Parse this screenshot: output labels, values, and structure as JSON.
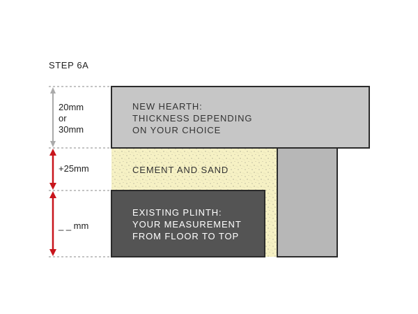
{
  "step_title": "STEP 6A",
  "dimensions": {
    "hearth": [
      "20mm",
      "or",
      "30mm"
    ],
    "cement": "+25mm",
    "plinth": "_ _ mm"
  },
  "blocks": {
    "hearth": [
      "NEW HEARTH:",
      "THICKNESS DEPENDING",
      "ON YOUR CHOICE"
    ],
    "cement": "CEMENT AND SAND",
    "plinth": [
      "EXISTING PLINTH:",
      "YOUR MEASUREMENT",
      "FROM FLOOR TO TOP"
    ]
  },
  "colors": {
    "hearth_fill": "#c6c6c6",
    "cement_fill": "#f6f1c4",
    "wall_fill": "#b7b7b7",
    "plinth_fill": "#545454",
    "outline": "#2b2b2b",
    "grey_arrow": "#aaaaaa",
    "red_arrow": "#c8151c"
  }
}
